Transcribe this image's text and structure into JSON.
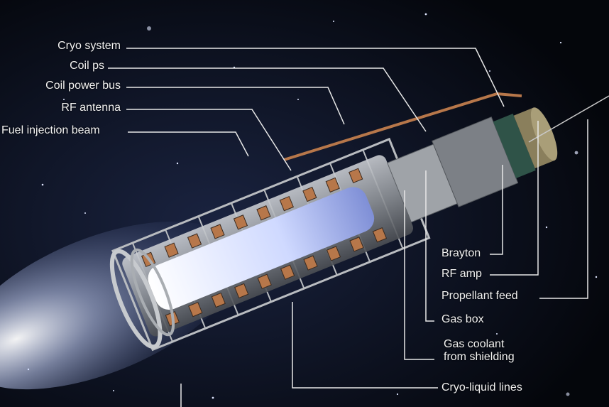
{
  "diagram": {
    "left_labels": [
      {
        "id": "cryo-system",
        "text": "Cryo system"
      },
      {
        "id": "coil-ps",
        "text": "Coil ps"
      },
      {
        "id": "coil-power-bus",
        "text": "Coil power bus"
      },
      {
        "id": "rf-antenna",
        "text": "RF antenna"
      },
      {
        "id": "fuel-injection-beam",
        "text": "Fuel injection beam"
      }
    ],
    "right_labels": [
      {
        "id": "brayton",
        "text": "Brayton"
      },
      {
        "id": "rf-amp",
        "text": "RF amp"
      },
      {
        "id": "propellant-feed",
        "text": "Propellant feed"
      },
      {
        "id": "gas-box",
        "text": "Gas box"
      },
      {
        "id": "gas-coolant",
        "text": "Gas coolant\nfrom shielding"
      },
      {
        "id": "cryo-liquid-lines",
        "text": "Cryo-liquid lines"
      }
    ]
  },
  "colors": {
    "background": "#05070d",
    "metal": "#9a9ea3",
    "copper": "#b7774a",
    "plasma": "#dfe8ff",
    "leader": "#e8e8e8"
  }
}
